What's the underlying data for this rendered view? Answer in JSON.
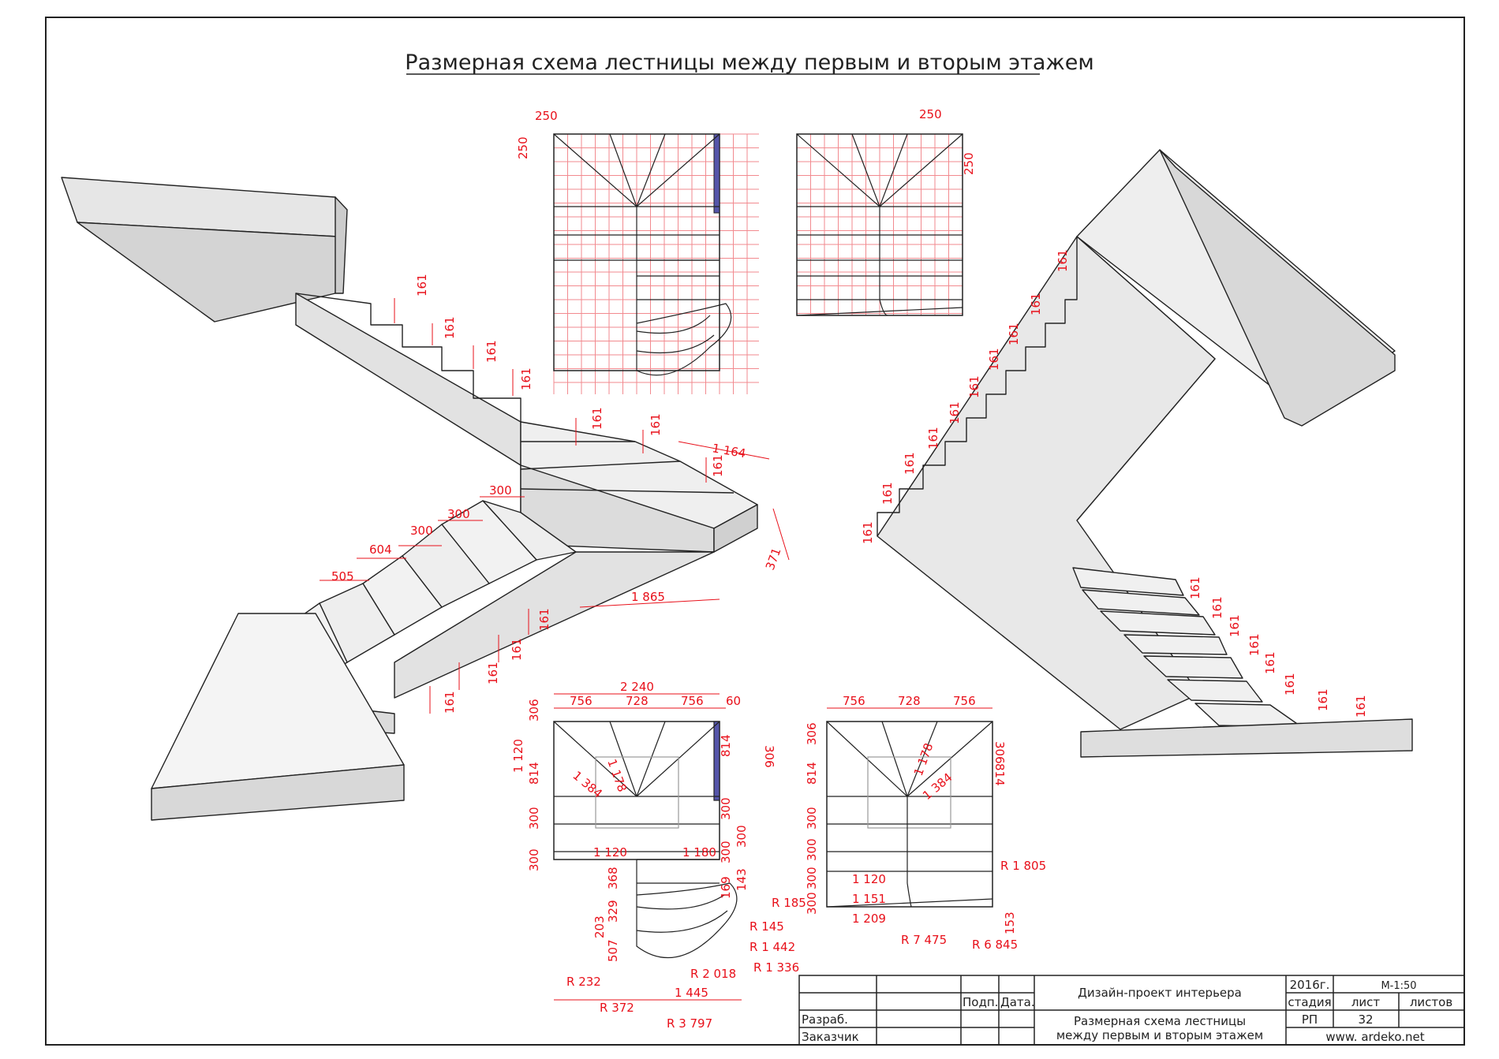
{
  "sheet": {
    "title": "Размерная схема лестницы между первым и вторым этажем"
  },
  "dims": {
    "iso_left": [
      "161",
      "161",
      "161",
      "161",
      "161",
      "161",
      "1 164",
      "161",
      "300",
      "300",
      "300",
      "604",
      "505",
      "371",
      "1 865",
      "161",
      "161",
      "161",
      "161"
    ],
    "iso_right": [
      "161",
      "161",
      "161",
      "161",
      "161",
      "161",
      "161",
      "161",
      "161",
      "161",
      "161",
      "161",
      "161",
      "161",
      "161",
      "161",
      "161",
      "161"
    ],
    "plan_top_left": [
      "250",
      "250"
    ],
    "plan_top_right": [
      "250",
      "250"
    ],
    "plan_bottom_left": {
      "top": [
        "2 240",
        "756",
        "728",
        "756",
        "60"
      ],
      "left": [
        "306",
        "1 120",
        "814",
        "300",
        "300"
      ],
      "right": [
        "306",
        "814",
        "300",
        "300",
        "300",
        "169",
        "143"
      ],
      "diag": [
        "1 178",
        "1 384"
      ],
      "mid": [
        "1 120",
        "1 180"
      ],
      "lower_left": [
        "368",
        "329",
        "203",
        "507"
      ],
      "radii": [
        "R 185",
        "R 145",
        "R 1 442",
        "R 1 336",
        "R 2 018",
        "R 232",
        "R 372",
        "R 3 797"
      ],
      "bottom": [
        "1 445"
      ]
    },
    "plan_bottom_right": {
      "top": [
        "756",
        "728",
        "756"
      ],
      "left": [
        "306",
        "814",
        "300",
        "300",
        "300",
        "300"
      ],
      "right": [
        "306",
        "814"
      ],
      "diag": [
        "1 178",
        "1 384"
      ],
      "mid": [
        "1 120",
        "1 151",
        "1 209"
      ],
      "radii": [
        "R 1 805",
        "R 7 475",
        "R 6 845"
      ],
      "right_low": [
        "153"
      ]
    }
  },
  "title_block": {
    "podp": "Подп.",
    "data": "Дата.",
    "razrab": "Разраб.",
    "zakazchik": "Заказчик",
    "project": "Дизайн-проект интерьера",
    "sheet_name_1": "Размерная схема лестницы",
    "sheet_name_2": "между первым и вторым этажем",
    "year": "2016г.",
    "scale": "М-1:50",
    "stadia_label": "стадия",
    "list_label": "лист",
    "listov_label": "листов",
    "stadia": "РП",
    "list": "32",
    "site": "www. ardeko.net"
  }
}
